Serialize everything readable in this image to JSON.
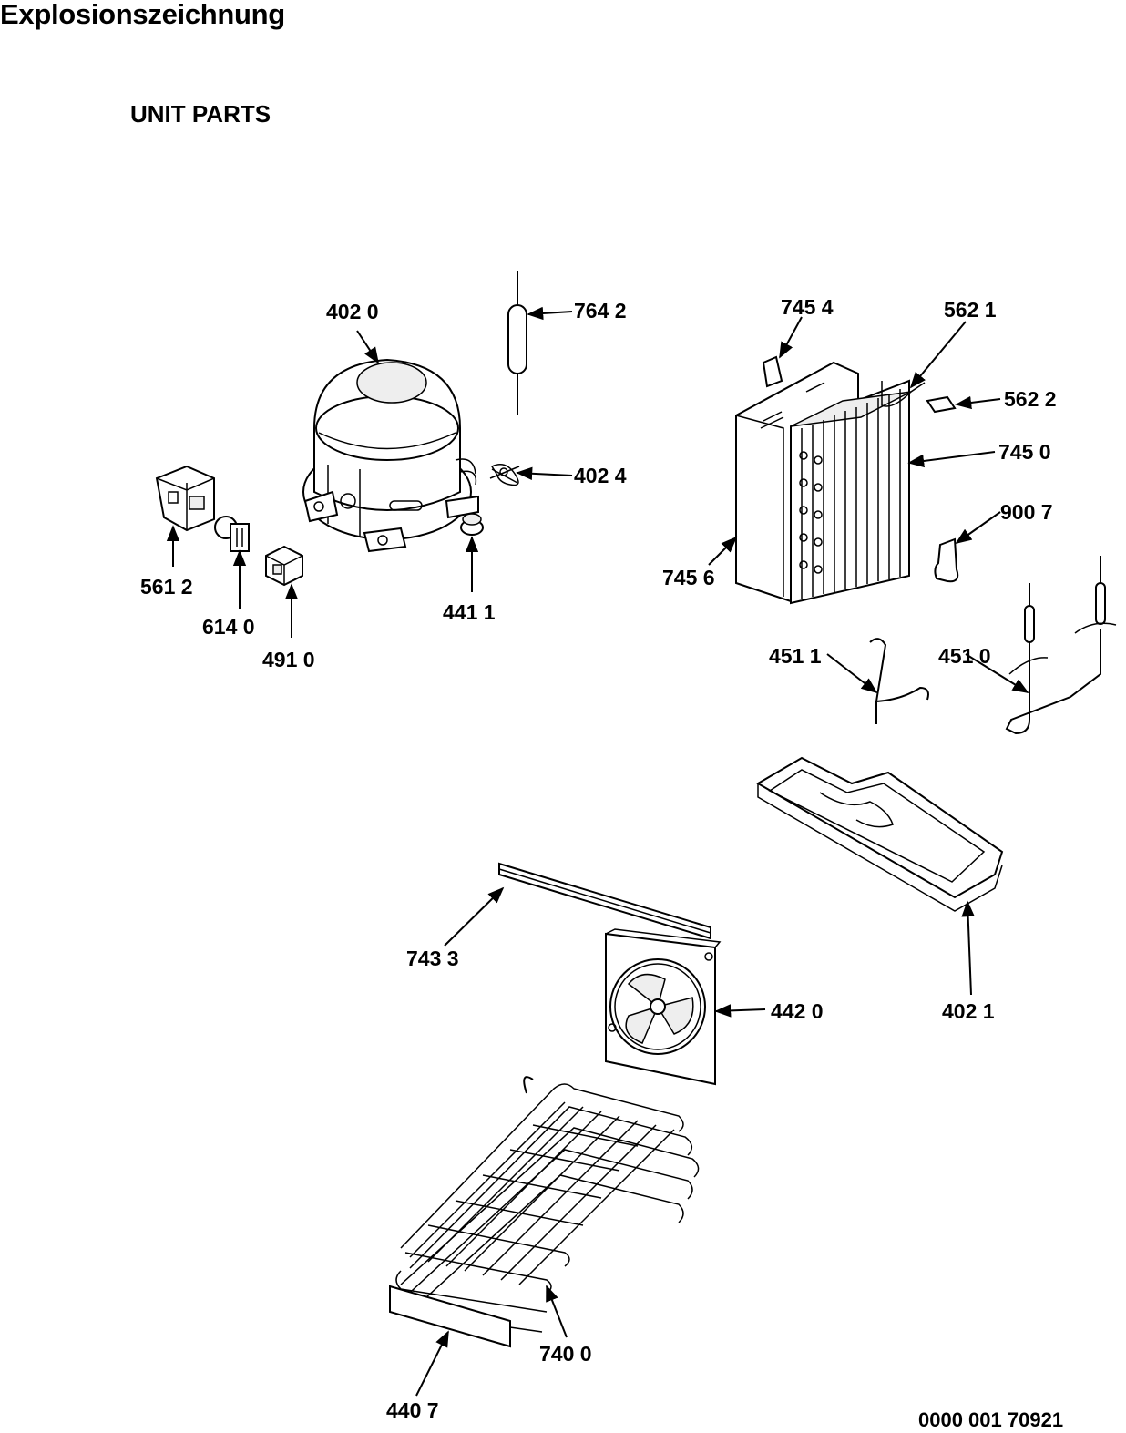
{
  "header": {
    "title": "Explosionszeichnung",
    "subtitle": "UNIT PARTS",
    "document_number": "0000 001 70921"
  },
  "parts": [
    {
      "id": "p4020",
      "label": "402 0"
    },
    {
      "id": "p7642",
      "label": "764 2"
    },
    {
      "id": "p4024",
      "label": "402 4"
    },
    {
      "id": "p4411",
      "label": "441 1"
    },
    {
      "id": "p5612",
      "label": "561 2"
    },
    {
      "id": "p6140",
      "label": "614 0"
    },
    {
      "id": "p4910",
      "label": "491 0"
    },
    {
      "id": "p7454",
      "label": "745 4"
    },
    {
      "id": "p5621",
      "label": "562 1"
    },
    {
      "id": "p5622",
      "label": "562 2"
    },
    {
      "id": "p7450",
      "label": "745 0"
    },
    {
      "id": "p9007",
      "label": "900 7"
    },
    {
      "id": "p7456",
      "label": "745 6"
    },
    {
      "id": "p4511",
      "label": "451 1"
    },
    {
      "id": "p4510",
      "label": "451 0"
    },
    {
      "id": "p7433",
      "label": "743 3"
    },
    {
      "id": "p4420",
      "label": "442 0"
    },
    {
      "id": "p4021",
      "label": "402 1"
    },
    {
      "id": "p7400",
      "label": "740 0"
    },
    {
      "id": "p4407",
      "label": "440 7"
    }
  ]
}
